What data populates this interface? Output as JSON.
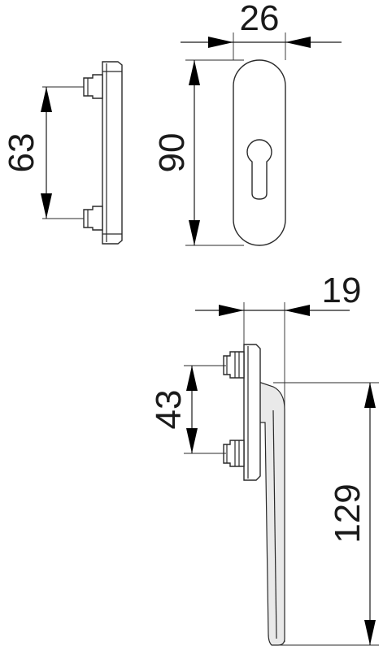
{
  "dimensions": {
    "side_view_spacing": "63",
    "front_view_width": "26",
    "front_view_height": "90",
    "lower_view_offset": "19",
    "lower_view_spacing": "43",
    "lower_view_length": "129"
  }
}
